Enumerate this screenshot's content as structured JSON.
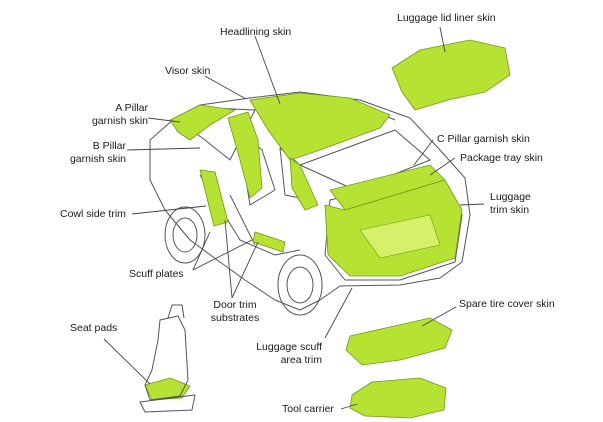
{
  "colors": {
    "trim": "#b6e234",
    "trim_dark": "#7fa81c",
    "outline": "#555555",
    "leader": "#444444"
  },
  "labels": {
    "headlining_skin": "Headlining skin",
    "luggage_lid_liner_skin": "Luggage lid liner skin",
    "visor_skin": "Visor skin",
    "a_pillar_l1": "A Pillar",
    "a_pillar_l2": "garnish skin",
    "b_pillar_l1": "B Pillar",
    "b_pillar_l2": "garnish skin",
    "c_pillar": "C Pillar garnish skin",
    "package_tray": "Package tray skin",
    "luggage_trim_l1": "Luggage",
    "luggage_trim_l2": "trim skin",
    "cowl_side": "Cowl side trim",
    "scuff_plates": "Scuff plates",
    "door_trim_l1": "Door trim",
    "door_trim_l2": "substrates",
    "spare_tire": "Spare tire cover skin",
    "seat_pads": "Seat pads",
    "luggage_scuff_l1": "Luggage scuff",
    "luggage_scuff_l2": "area trim",
    "tool_carrier": "Tool carrier"
  }
}
